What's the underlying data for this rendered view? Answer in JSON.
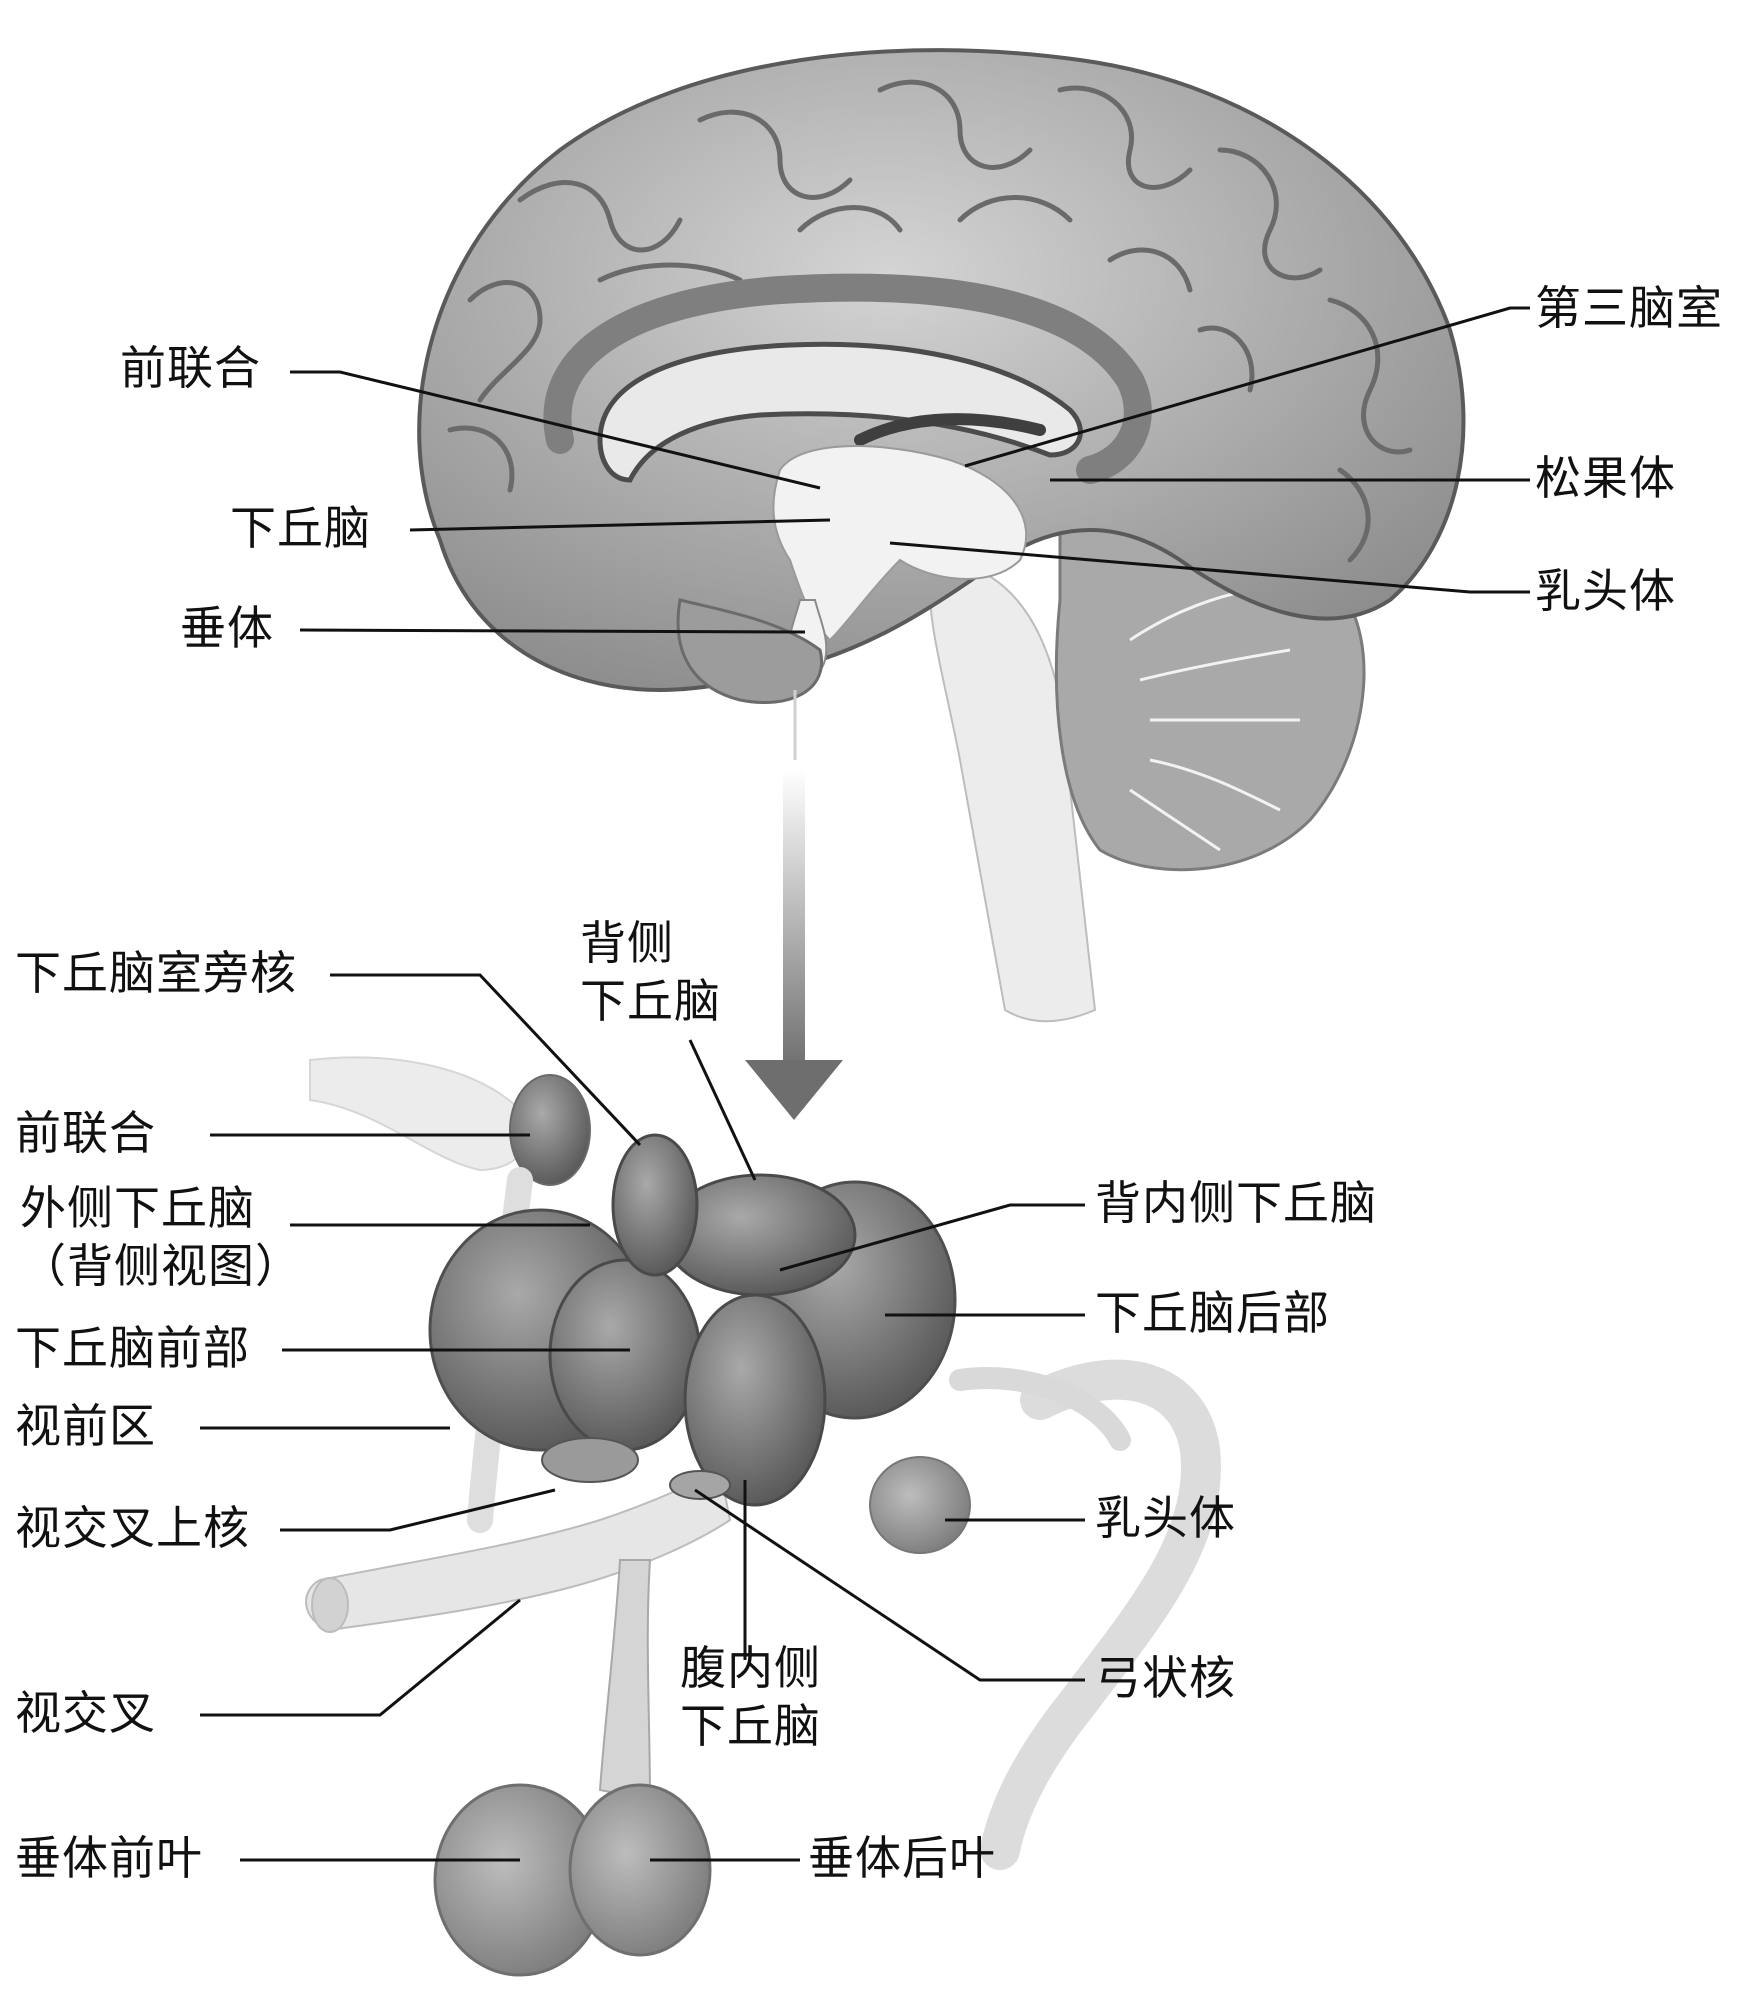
{
  "top_view": {
    "labels": {
      "third_ventricle": "第三脑室",
      "anterior_commissure": "前联合",
      "pineal_body": "松果体",
      "hypothalamus": "下丘脑",
      "mammillary_body": "乳头体",
      "pituitary": "垂体"
    }
  },
  "detail_view": {
    "labels": {
      "paraventricular_nucleus": "下丘脑室旁核",
      "dorsal_hypothalamus_line1": "背侧",
      "dorsal_hypothalamus_line2": "下丘脑",
      "anterior_commissure": "前联合",
      "lateral_hypothalamus_line1": "外侧下丘脑",
      "lateral_hypothalamus_line2": "（背侧视图）",
      "dorsomedial_hypothalamus": "背内侧下丘脑",
      "posterior_hypothalamus": "下丘脑后部",
      "anterior_hypothalamus": "下丘脑前部",
      "preoptic_area": "视前区",
      "suprachiasmatic_nucleus": "视交叉上核",
      "mammillary_body": "乳头体",
      "optic_chiasm": "视交叉",
      "ventromedial_hypothalamus_line1": "腹内侧",
      "ventromedial_hypothalamus_line2": "下丘脑",
      "arcuate_nucleus": "弓状核",
      "anterior_pituitary": "垂体前叶",
      "posterior_pituitary": "垂体后叶"
    }
  },
  "colors": {
    "cortex": "#b9b9b9",
    "cortex_dark": "#6f6f6f",
    "white_matter": "#ececec",
    "nucleus": "#8a8a8a",
    "nucleus_dark": "#5e5e5e",
    "leader_line": "#111111",
    "arrow": "#7a7a7a"
  }
}
